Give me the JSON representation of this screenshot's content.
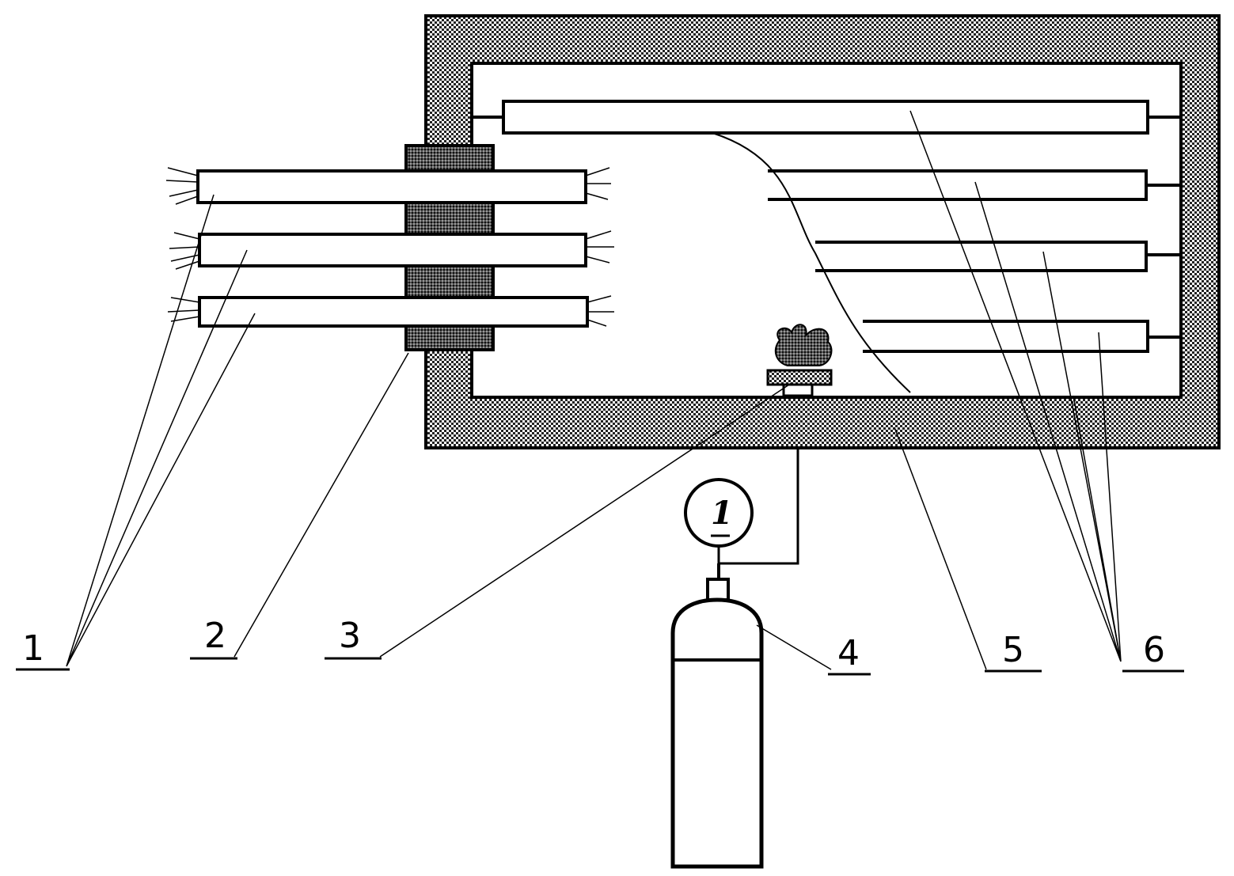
{
  "labels": {
    "l1": "1",
    "l2": "2",
    "l3": "3",
    "l4": "4",
    "l5": "5",
    "l6": "6"
  },
  "gauge_label": "1"
}
